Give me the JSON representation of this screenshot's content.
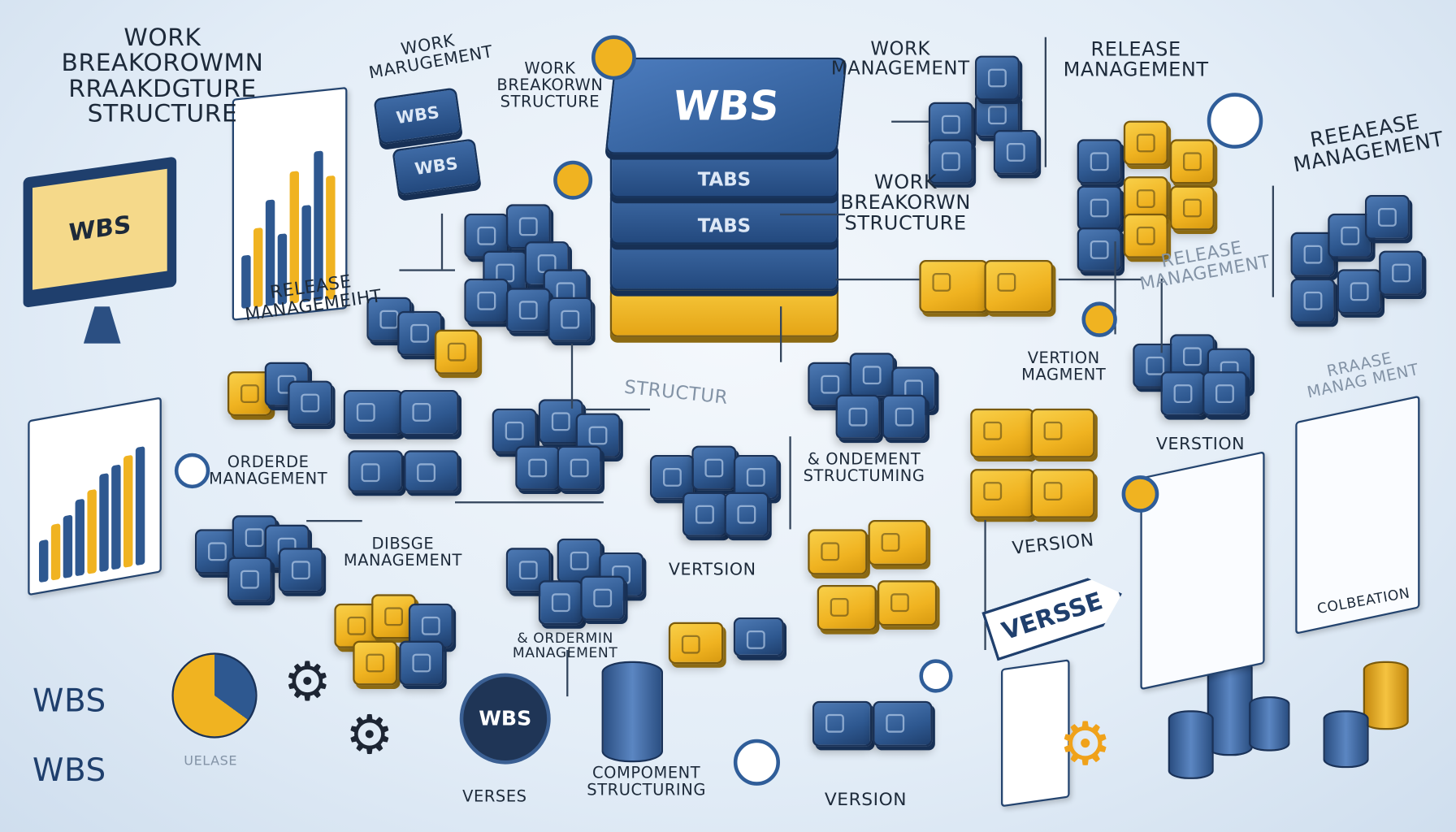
{
  "title": {
    "main": "WORK BREAKOROWMN\nRRAAKDGTURE\nSTRUCTURE"
  },
  "central_stack": {
    "top": "WBS",
    "layers": [
      "TABS",
      "TABS",
      "",
      ""
    ]
  },
  "labels": {
    "work_management_1": "WORK\nMARUGEMENT",
    "wbs_structure_1": "WORK\nBREAKORWN\nSTRUCTURE",
    "work_management_2": "WORK\nMANAGEMENT",
    "release_management_1": "RELEASE\nMANAGEMENT",
    "release_management_2": "REEAEASE\nMANAGEMENT",
    "wbs_structure_2": "WORK\nBREAKORWN\nSTRUCTURE",
    "release_management_3": "RELEASE\nMANAGEMEIHT",
    "release_management_4": "RELEASE\nMANAGEMENT",
    "version_management": "VERTION\nMAGMENT",
    "rraase_management": "RRAASE\nMANAG MENT",
    "structur": "STRUCTUR",
    "order_management_1": "ORDERDE\nMANAGEMENT",
    "component_structuring_1": "& ONDEMENT\nSTRUCTUMING",
    "verstion": "VERSTION",
    "order_management_2": "DIBSGE\nMANAGEMENT",
    "vertsion": "VERTSION",
    "version_1": "VERSION",
    "colbeation": "COLBEATION",
    "order_management_3": "& ORDERMIN\nMANAGEMENT",
    "wbs_left_1": "WBS",
    "wbs_left_2": "WBS",
    "release_small": "UELASE",
    "component_structuring_2": "COMPOMENT\nSTRUCTURING",
    "verses": "VERSES",
    "version_2": "VERSION"
  },
  "monitor": {
    "text": "WBS"
  },
  "wbs_boxes": [
    "WBS",
    "WBS"
  ],
  "coin": {
    "text": "WBS"
  },
  "arrow_sign": {
    "text": "VERSSE"
  },
  "colors": {
    "blue": "#2e5890",
    "yellow": "#f0b321",
    "dark": "#1d2a3a"
  }
}
